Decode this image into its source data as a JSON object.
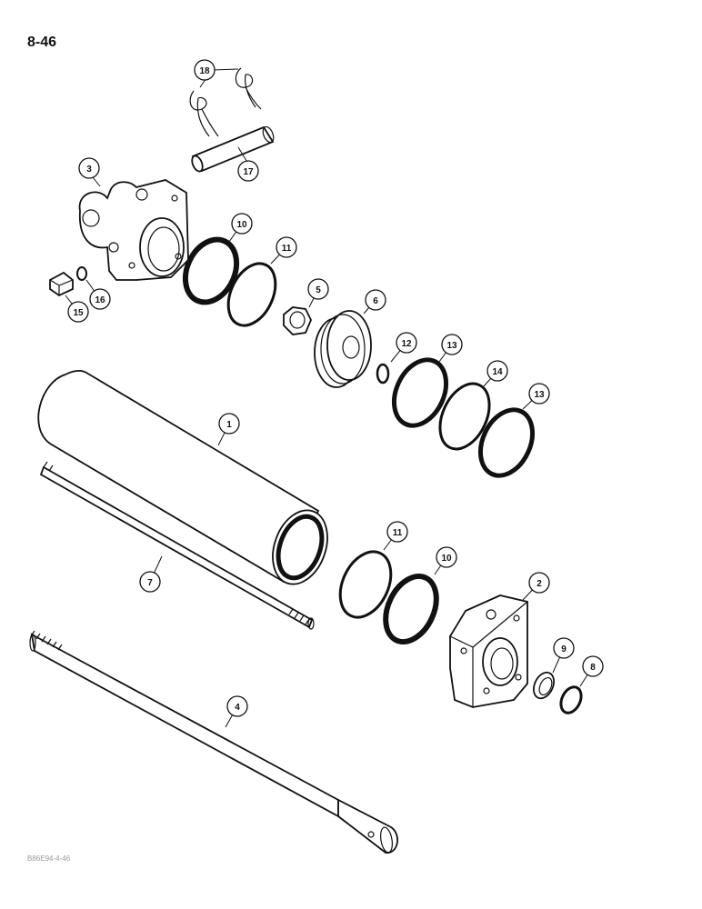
{
  "page": {
    "number": "8-46",
    "footer_code": "B86E94-4-46"
  },
  "callouts": [
    "18",
    "17",
    "3",
    "10",
    "11",
    "15",
    "16",
    "5",
    "6",
    "12",
    "13",
    "14",
    "13",
    "1",
    "11",
    "10",
    "7",
    "2",
    "9",
    "8",
    "4"
  ]
}
